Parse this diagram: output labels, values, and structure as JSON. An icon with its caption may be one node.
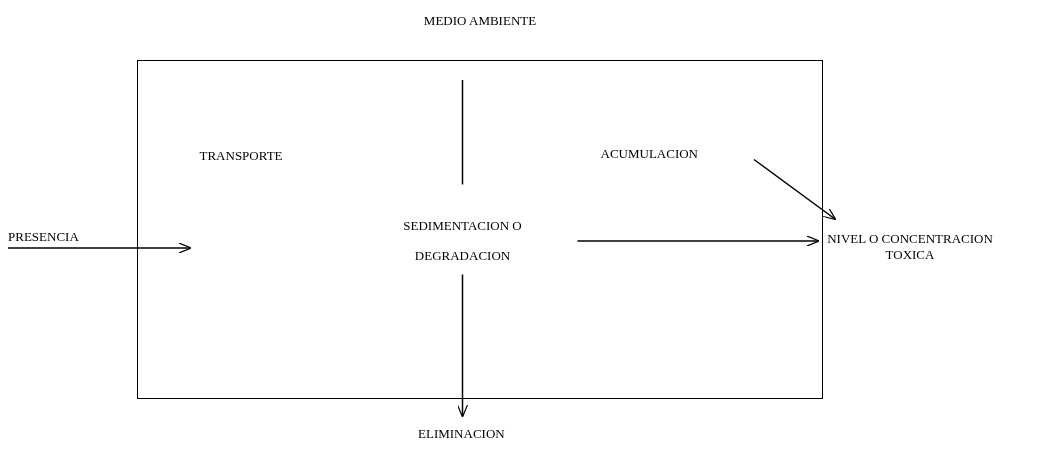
{
  "diagram": {
    "nodes": [
      {
        "text": [
          "MEDIO AMBIENTE"
        ]
      },
      {
        "text": [
          "TRANSPORTE"
        ],
        "in": 0
      },
      {
        "text": [
          "SEDIMENTACION O DEGRADACION"
        ],
        "in": 0
      },
      {
        "text": [
          "ACUMULACION"
        ],
        "in": 0
      },
      {
        "text": [
          "PRESENCIA"
        ]
      },
      {
        "text": [
          "NIVEL O CONCENTRACION TOXICA"
        ]
      },
      {
        "text": [
          "ELIMINACION"
        ]
      }
    ],
    "edges": [
      {
        "from": 4,
        "to": null,
        "arrow": "to"
      },
      {
        "from": null,
        "to": 2,
        "arrow": "none"
      },
      {
        "from": 2,
        "to": 5,
        "arrow": "to"
      },
      {
        "from": 3,
        "to": 5,
        "arrow": "to"
      },
      {
        "from": 2,
        "to": 6,
        "arrow": "to"
      }
    ]
  }
}
